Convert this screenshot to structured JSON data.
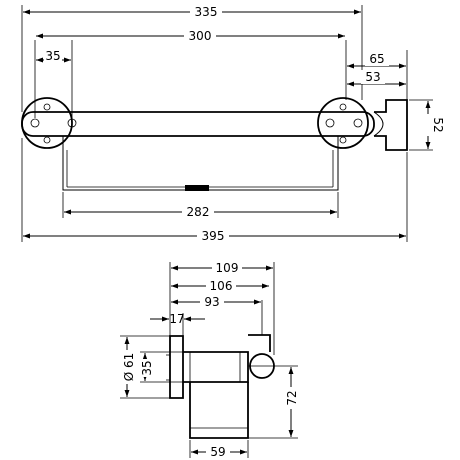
{
  "top_view": {
    "dimensions": {
      "overall_width_outer": "335",
      "rail_length": "300",
      "post_offset": "35",
      "wall_depth": "65",
      "wall_depth_inner": "53",
      "height": "52",
      "shelf_width": "282",
      "overall_width": "395"
    }
  },
  "side_view": {
    "dimensions": {
      "depth_total": "109",
      "depth_mid": "106",
      "depth_short": "93",
      "flange_thickness": "17",
      "flange_diameter": "Ø 61",
      "tube_diameter": "35",
      "shelf_height": "72",
      "shelf_depth": "59"
    }
  }
}
